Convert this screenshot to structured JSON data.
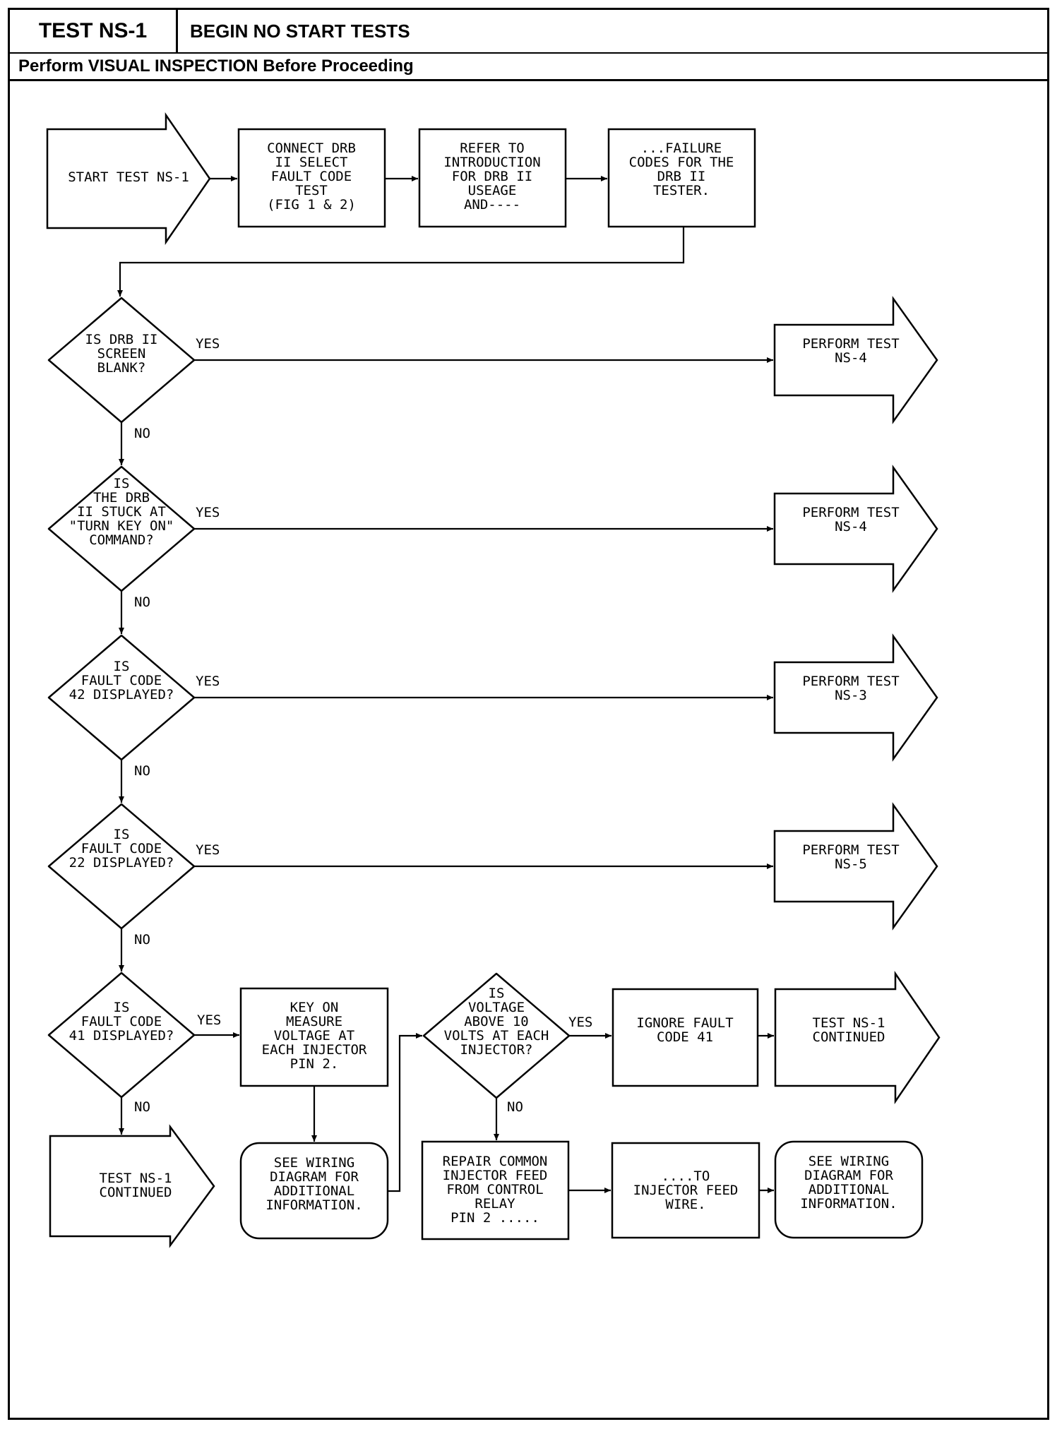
{
  "header": {
    "test_id": "TEST NS-1",
    "title": "BEGIN NO START TESTS",
    "subtitle": "Perform VISUAL INSPECTION Before Proceeding"
  },
  "nodes": {
    "start": [
      "START TEST NS-1"
    ],
    "connect_drb": [
      "CONNECT DRB",
      "II SELECT",
      "FAULT CODE",
      "TEST",
      "(FIG 1 & 2)"
    ],
    "refer_intro": [
      "REFER TO",
      "INTRODUCTION",
      "FOR DRB II",
      "USEAGE",
      "AND----"
    ],
    "failure_codes": [
      "...FAILURE",
      "CODES FOR THE",
      "DRB II",
      "TESTER."
    ],
    "q_screen_blank": [
      "IS DRB II",
      "SCREEN",
      "BLANK?"
    ],
    "perform_ns4_a": [
      "PERFORM TEST",
      "NS-4"
    ],
    "q_stuck": [
      "IS",
      "THE DRB",
      "II STUCK AT",
      "\"TURN KEY ON\"",
      "COMMAND?"
    ],
    "perform_ns4_b": [
      "PERFORM TEST",
      "NS-4"
    ],
    "q_code42": [
      "IS",
      "FAULT CODE",
      "42 DISPLAYED?"
    ],
    "perform_ns3": [
      "PERFORM TEST",
      "NS-3"
    ],
    "q_code22": [
      "IS",
      "FAULT CODE",
      "22 DISPLAYED?"
    ],
    "perform_ns5": [
      "PERFORM TEST",
      "NS-5"
    ],
    "q_code41": [
      "IS",
      "FAULT CODE",
      "41 DISPLAYED?"
    ],
    "key_on": [
      "KEY ON",
      "MEASURE",
      "VOLTAGE AT",
      "EACH INJECTOR",
      "PIN 2."
    ],
    "q_voltage": [
      "IS",
      "VOLTAGE",
      "ABOVE 10",
      "VOLTS AT EACH",
      "INJECTOR?"
    ],
    "ignore_41": [
      "IGNORE FAULT",
      "CODE 41"
    ],
    "continued_right": [
      "TEST NS-1",
      "CONTINUED"
    ],
    "continued_left": [
      "TEST NS-1",
      "CONTINUED"
    ],
    "see_wiring_1": [
      "SEE WIRING",
      "DIAGRAM FOR",
      "ADDITIONAL",
      "INFORMATION."
    ],
    "repair_feed": [
      "REPAIR COMMON",
      "INJECTOR FEED",
      "FROM CONTROL",
      "RELAY",
      "PIN 2 ....."
    ],
    "to_feed_wire": [
      "....TO",
      "INJECTOR FEED",
      "WIRE."
    ],
    "see_wiring_2": [
      "SEE WIRING",
      "DIAGRAM FOR",
      "ADDITIONAL",
      "INFORMATION."
    ]
  },
  "labels": {
    "yes": "YES",
    "no": "NO"
  }
}
